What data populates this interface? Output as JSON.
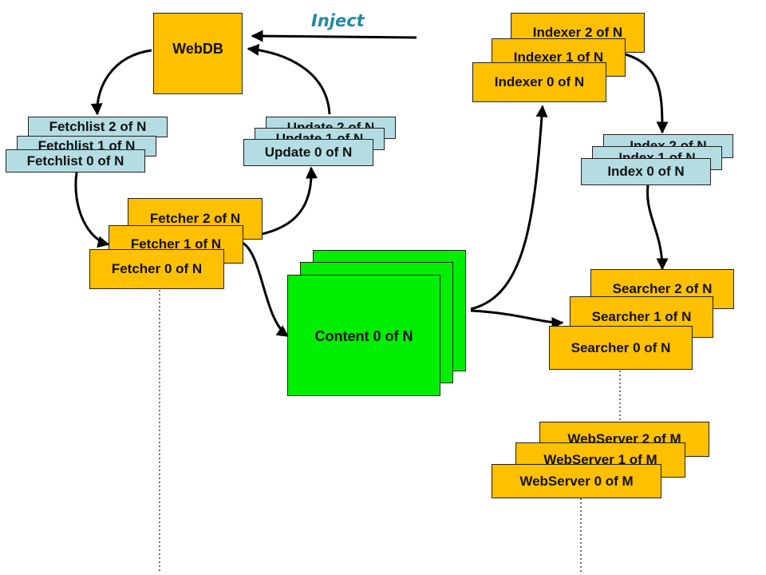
{
  "colors": {
    "fetch_boxes": "#FFC000",
    "list_boxes": "#B3DDE3",
    "content": "#00EE00",
    "inject_text": "#1f8aa0"
  },
  "inject": "Inject",
  "webdb": "WebDB",
  "fetchlists": [
    "Fetchlist 2 of N",
    "Fetchlist 1 of N",
    "Fetchlist 0 of N"
  ],
  "updates": [
    "Update 2 of N",
    "Update 1 of N",
    "Update 0 of N"
  ],
  "fetchers": [
    "Fetcher 2 of N",
    "Fetcher 1 of N",
    "Fetcher 0 of N"
  ],
  "content": [
    "Content 0 of N"
  ],
  "indexers": [
    "Indexer 2 of N",
    "Indexer 1 of N",
    "Indexer 0 of N"
  ],
  "indexes": [
    "Index 2 of N",
    "Index 1 of N",
    "Index 0 of N"
  ],
  "searchers": [
    "Searcher 2 of N",
    "Searcher 1 of N",
    "Searcher 0 of N"
  ],
  "webservers": [
    "WebServer 2 of M",
    "WebServer 1 of M",
    "WebServer 0 of M"
  ]
}
